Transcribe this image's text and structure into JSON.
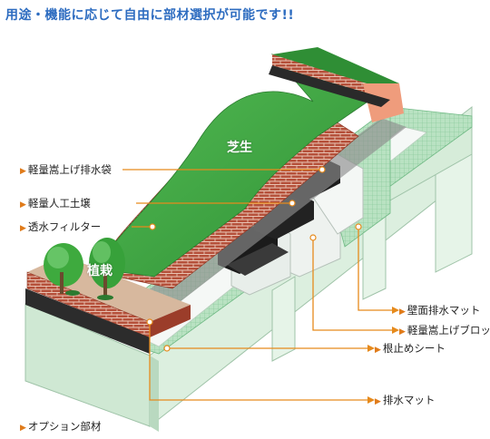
{
  "heading": "用途・機能に応じて自由に部材選択が可能です!!",
  "colors": {
    "accent_orange": "#e68a1c",
    "heading_blue": "#2d6cc0",
    "lawn_green": "#3aa33a",
    "brick_red": "#b14a32",
    "structure_mint": "#d3ecd6"
  },
  "area_tags": {
    "lawn": "芝生",
    "planting": "植栽"
  },
  "left_labels": [
    {
      "text": "軽量嵩上げ排水袋"
    },
    {
      "text": "軽量人工土壌"
    },
    {
      "text": "透水フィルター"
    }
  ],
  "right_labels": [
    {
      "text": "壁面排水マット"
    },
    {
      "text": "軽量嵩上げブロック"
    },
    {
      "text": "根止めシート"
    },
    {
      "text": "排水マット"
    }
  ],
  "footnote": "オプション部材",
  "icons": {
    "bullet": "orange-triangle-icon"
  }
}
